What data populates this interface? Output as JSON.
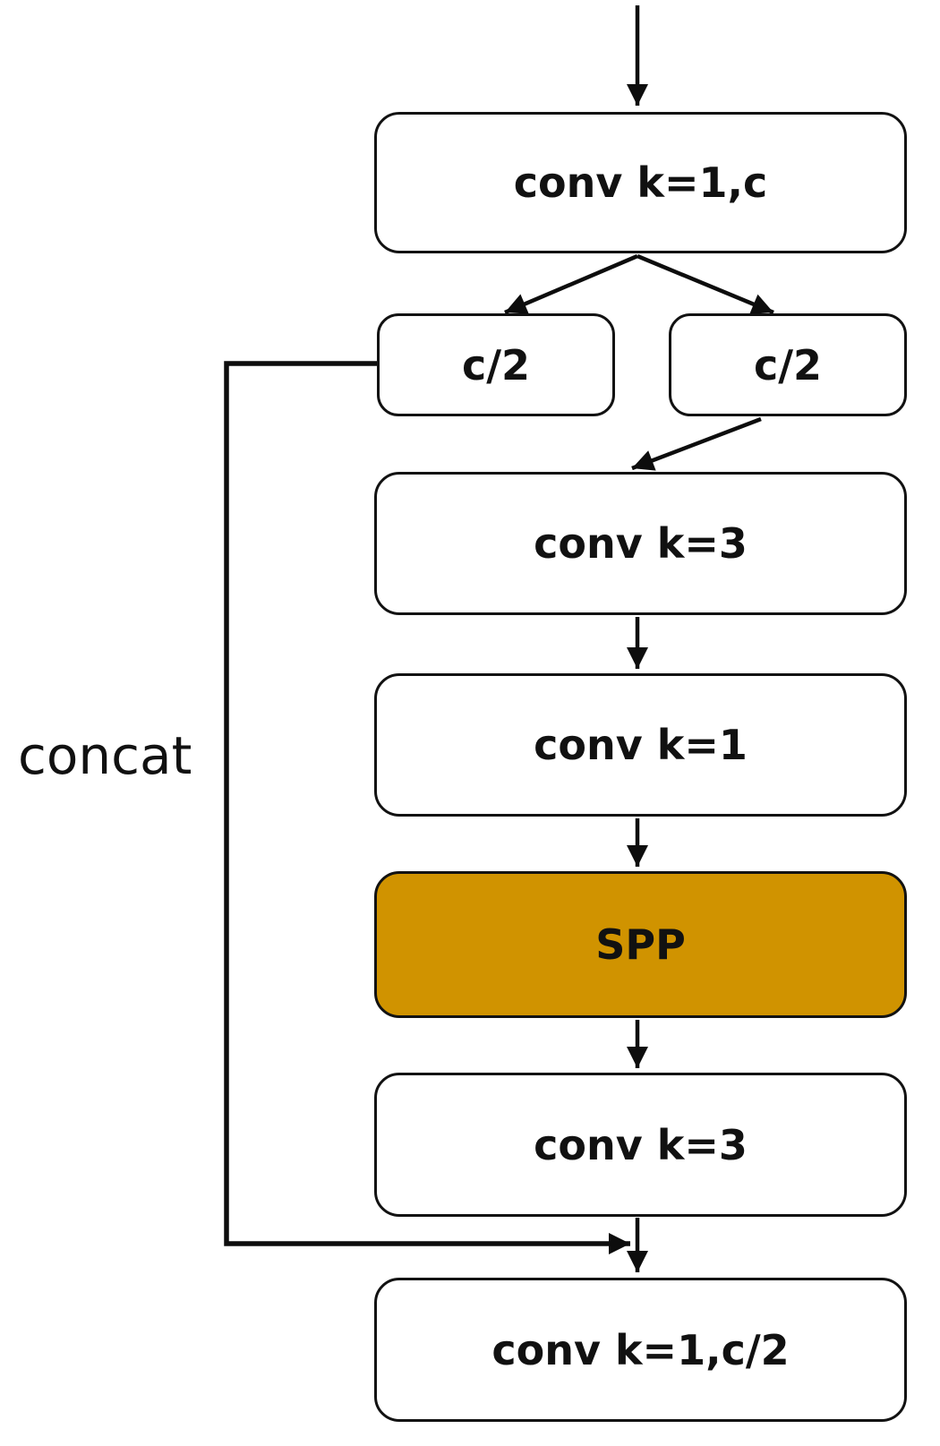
{
  "diagram": {
    "type": "flowchart",
    "description": "SPP block structure diagram",
    "background": "#ffffff",
    "colors": {
      "box_fill": "#ffffff",
      "box_border": "#121212",
      "spp_fill": "#D09300",
      "arrow": "#0d0d0d",
      "text": "#111111"
    },
    "nodes": [
      {
        "id": "conv_k1_c",
        "label": "conv k=1,c"
      },
      {
        "id": "c2_left",
        "label": "c/2"
      },
      {
        "id": "c2_right",
        "label": "c/2"
      },
      {
        "id": "conv_k3_a",
        "label": "conv k=3"
      },
      {
        "id": "conv_k1",
        "label": "conv k=1"
      },
      {
        "id": "spp",
        "label": "SPP"
      },
      {
        "id": "conv_k3_b",
        "label": "conv k=3"
      },
      {
        "id": "conv_k1_c2",
        "label": "conv k=1,c/2"
      }
    ],
    "edges": [
      {
        "from": "input",
        "to": "conv_k1_c"
      },
      {
        "from": "conv_k1_c",
        "to": "c2_left"
      },
      {
        "from": "conv_k1_c",
        "to": "c2_right"
      },
      {
        "from": "c2_right",
        "to": "conv_k3_a"
      },
      {
        "from": "conv_k3_a",
        "to": "conv_k1"
      },
      {
        "from": "conv_k1",
        "to": "spp"
      },
      {
        "from": "spp",
        "to": "conv_k3_b"
      },
      {
        "from": "conv_k3_b",
        "to": "conv_k1_c2"
      },
      {
        "from": "c2_left",
        "to": "conv_k1_c2",
        "label": "concat"
      }
    ],
    "concat_label": "concat"
  }
}
